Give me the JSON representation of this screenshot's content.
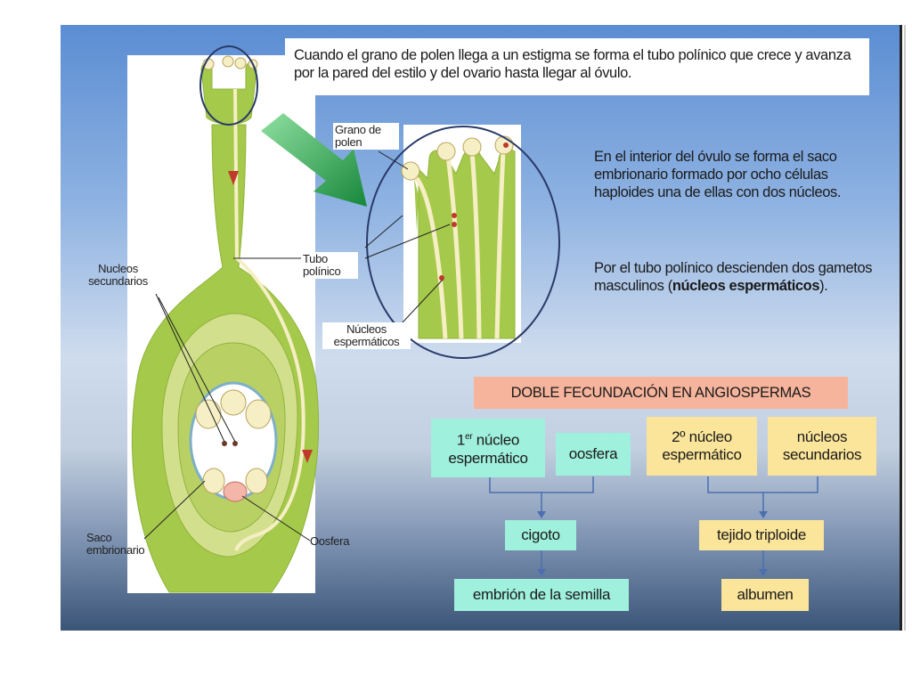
{
  "intro_text": "Cuando el grano de polen llega a un estigma se forma el tubo polínico que crece y avanza por la pared del estilo y del ovario hasta llegar al óvulo.",
  "info_text_1": "En el interior del óvulo se forma el saco embrionario formado por ocho células haploides una de ellas con dos núcleos.",
  "info_text_2": {
    "before": "Por el tubo polínico descienden dos gametos masculinos (",
    "bold": "núcleos espermáticos",
    "after": ")."
  },
  "diagram_labels": {
    "grano_de_polen": "Grano de polen",
    "tubo_polinico": "Tubo polínico",
    "nucleos_secundarios": "Nucleos secundarios",
    "nucleos_espermaticos": "Núcleos espermáticos",
    "saco_embrionario": "Saco embrionario",
    "oosfera": "Oosfera"
  },
  "scheme": {
    "title": "DOBLE FECUNDACIÓN EN ANGIOSPERMAS",
    "left": {
      "box1_prefix": "1",
      "box1_sup": "er",
      "box1_rest": " núcleo espermático",
      "box2": "oosfera",
      "result": "cigoto",
      "final": "embrión de la semilla"
    },
    "right": {
      "box1": "2º núcleo espermático",
      "box2": "núcleos secundarios",
      "result": "tejido triploide",
      "final": "albumen"
    }
  },
  "colors": {
    "plant_green": "#a5c94a",
    "plant_light": "#d2e08d",
    "teal_box": "#9ff0dc",
    "yellow_box": "#fbe59a",
    "title_box": "#f6b49c",
    "arrow_green": "#1f9a3c",
    "connector_blue": "#4a6fb0"
  }
}
